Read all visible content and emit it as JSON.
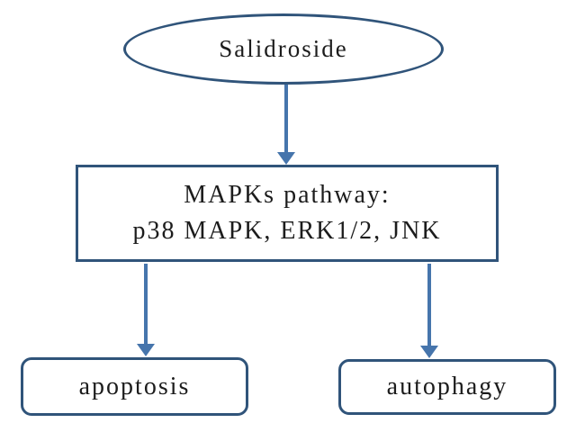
{
  "diagram": {
    "nodes": {
      "salidroside": {
        "shape": "ellipse",
        "label": "Salidroside"
      },
      "mapks": {
        "shape": "rectangle",
        "label_line1": "MAPKs pathway:",
        "label_line2": "p38 MAPK, ERK1/2, JNK"
      },
      "apoptosis": {
        "shape": "rounded-rectangle",
        "label": "apoptosis"
      },
      "autophagy": {
        "shape": "rounded-rectangle",
        "label": "autophagy"
      }
    },
    "edges": [
      {
        "from": "salidroside",
        "to": "mapks",
        "type": "arrow-down"
      },
      {
        "from": "mapks",
        "to": "apoptosis",
        "type": "arrow-down"
      },
      {
        "from": "mapks",
        "to": "autophagy",
        "type": "arrow-down"
      }
    ],
    "colors": {
      "node_border": "#30547a",
      "arrow": "#4675ac",
      "text": "#1c1c1c",
      "background": "#ffffff"
    }
  }
}
